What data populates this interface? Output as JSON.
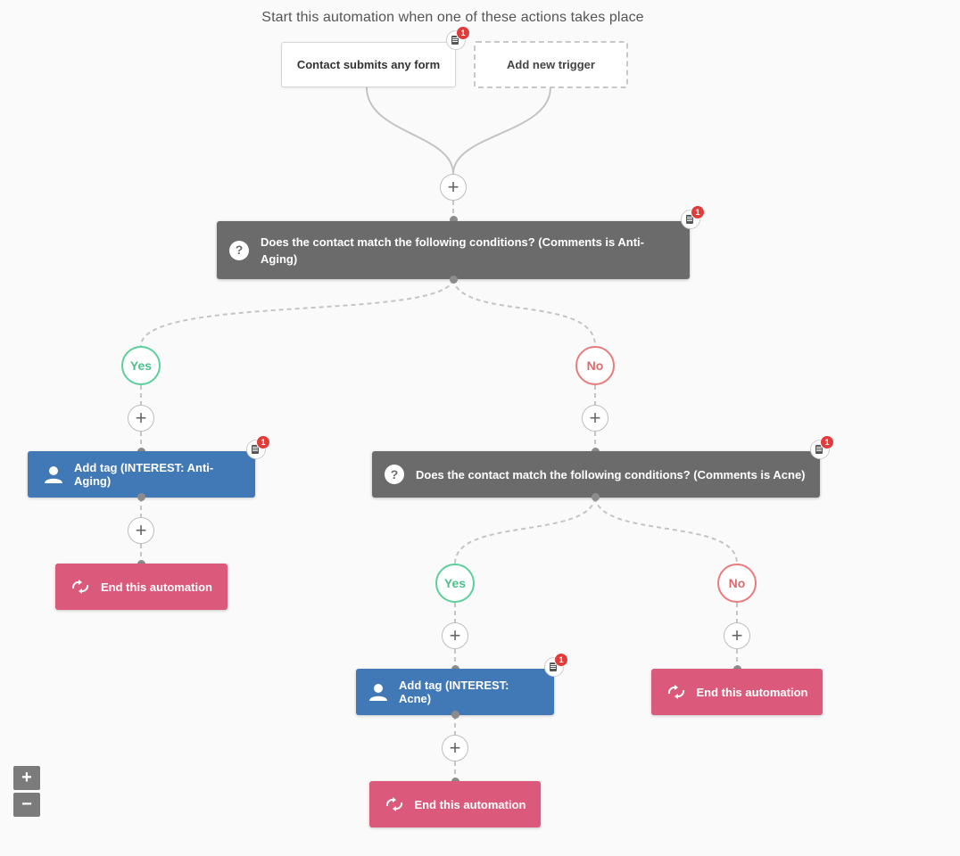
{
  "heading": "Start this automation when one of these actions takes place",
  "triggers": {
    "form_trigger": "Contact submits any form",
    "add_trigger": "Add new trigger"
  },
  "conditions": {
    "anti_aging": "Does the contact match the following conditions? (Comments is Anti-Aging)",
    "acne": "Does the contact match the following conditions? (Comments is Acne)",
    "question_glyph": "?"
  },
  "branches": {
    "yes": "Yes",
    "no": "No"
  },
  "actions": {
    "tag_anti_aging": "Add tag (INTEREST: Anti-Aging)",
    "tag_acne": "Add tag (INTEREST: Acne)",
    "end": "End this automation"
  },
  "badge_count": "1",
  "plus_glyph": "+",
  "zoom": {
    "in": "+",
    "out": "−"
  },
  "colors": {
    "condition": "#6b6b6b",
    "action": "#4179b6",
    "end": "#db5a7c",
    "yes": "#5ccf9a",
    "no": "#e87c7c",
    "badge": "#e03c3c"
  }
}
